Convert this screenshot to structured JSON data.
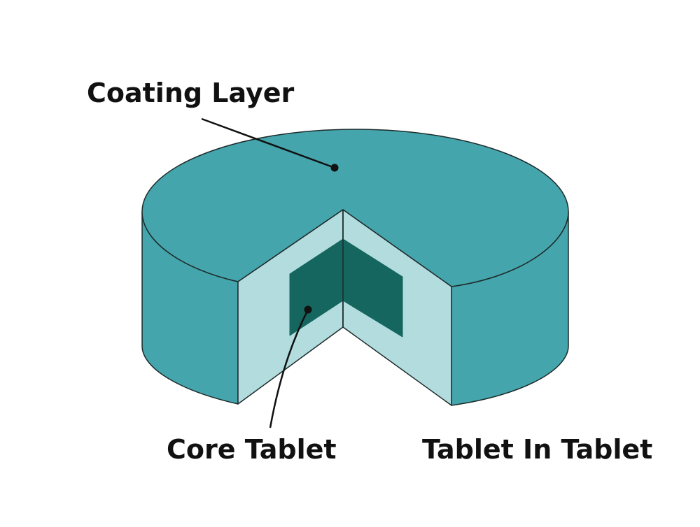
{
  "labels": {
    "coating_layer": "Coating Layer",
    "core_tablet": "Core Tablet",
    "tablet_in_tablet": "Tablet In Tablet"
  },
  "colors": {
    "coating": "#45A5AD",
    "cut_face": "#B3DCDF",
    "core": "#14665E",
    "outline": "#1d2b2b",
    "leader": "#111111"
  }
}
